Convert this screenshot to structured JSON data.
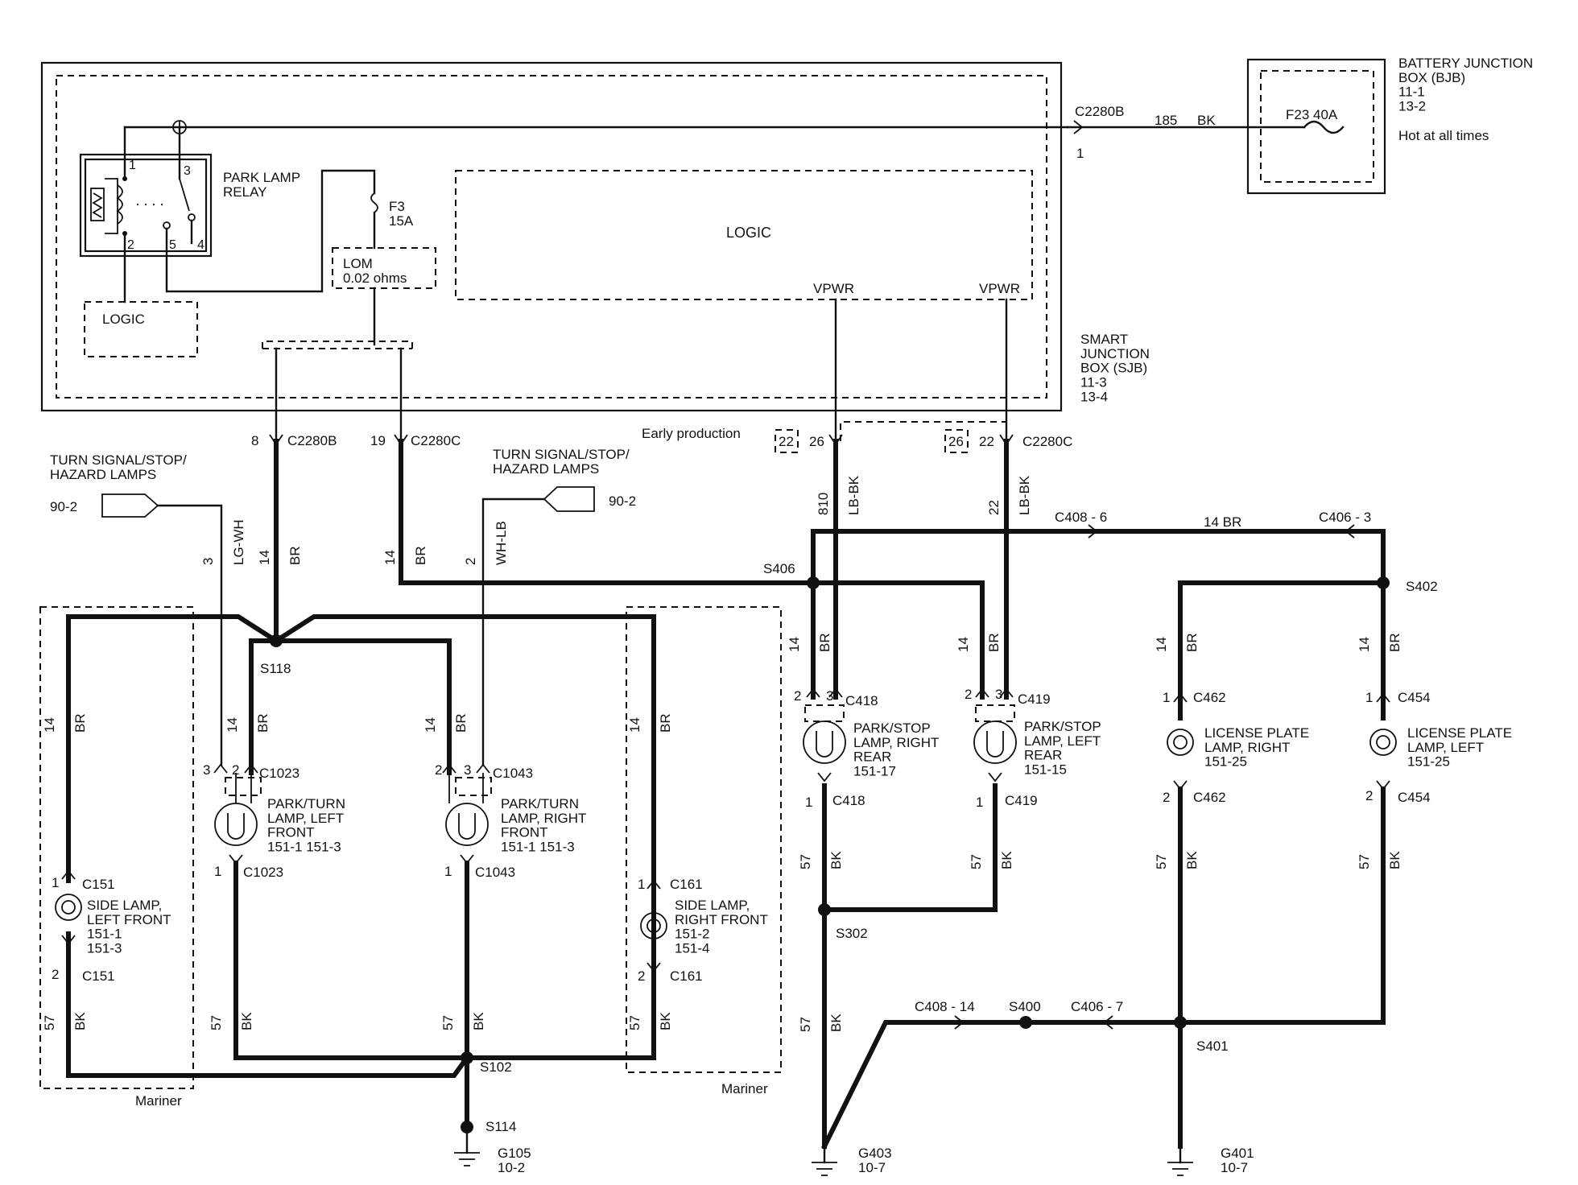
{
  "sjb": {
    "name": "SMART\nJUNCTION\nBOX (SJB)\n11-3\n13-4"
  },
  "bjb": {
    "name": "BATTERY  JUNCTION\nBOX (BJB)\n11-1\n13-2",
    "hot": "Hot at all times",
    "fuse": "F23  40A"
  },
  "relay": {
    "name": "PARK LAMP\nRELAY",
    "pins": [
      "1",
      "2",
      "3",
      "4",
      "5"
    ]
  },
  "fuse_f3": "F3\n15A",
  "lom": "LOM\n0.02 ohms",
  "logic_small": "LOGIC",
  "logic_big": "LOGIC",
  "vpwr": [
    "VPWR",
    "VPWR"
  ],
  "feed": {
    "conn": "C2280B",
    "pin": "1",
    "circuit": "185",
    "color": "BK"
  },
  "early": "Early production",
  "tsh_left": {
    "name": "TURN SIGNAL/STOP/\nHAZARD LAMPS",
    "ref": "90-2"
  },
  "tsh_right": {
    "name": "TURN SIGNAL/STOP/\nHAZARD LAMPS",
    "ref": "90-2"
  },
  "labels": {
    "c8": "8",
    "c8c": "C2280B",
    "c19": "19",
    "c19c": "C2280C",
    "pin22a": "22",
    "pin26a": "26",
    "pin26b": "26",
    "pin22b": "22",
    "c2280c_r": "C2280C",
    "w810": "810",
    "lbbk1": "LB-BK",
    "w22": "22",
    "lbbk2": "LB-BK",
    "c408_6": "C408  -  6",
    "w14br_top": "14  BR",
    "c406_3": "C406  -  3",
    "s406": "S406",
    "s402": "S402",
    "s118": "S118",
    "s302": "S302",
    "s102": "S102",
    "s114": "S114",
    "s400": "S400",
    "s401": "S401",
    "c408_14": "C408  -  14",
    "c406_7": "C406  -  7",
    "g105": "G105\n10-2",
    "g403": "G403\n10-7",
    "g401": "G401\n10-7",
    "mariner_l": "Mariner",
    "mariner_r": "Mariner"
  },
  "wire_labels": [
    {
      "g": "3",
      "c": "LG-WH"
    },
    {
      "g": "14",
      "c": "BR"
    },
    {
      "g": "14",
      "c": "BR"
    },
    {
      "g": "2",
      "c": "WH-LB"
    }
  ],
  "lamps": {
    "side_left": {
      "name": "SIDE LAMP,\nLEFT  FRONT\n151-1\n151-3",
      "top": "C151",
      "bot": "C151"
    },
    "park_left": {
      "name": "PARK/TURN\nLAMP, LEFT\nFRONT\n151-1      151-3",
      "top": "C1023",
      "bot": "C1023"
    },
    "park_right": {
      "name": "PARK/TURN\nLAMP, RIGHT\nFRONT\n151-1      151-3",
      "top": "C1043",
      "bot": "C1043"
    },
    "side_right": {
      "name": "SIDE LAMP,\nRIGHT  FRONT\n151-2\n151-4",
      "top": "C161",
      "bot": "C161"
    },
    "stop_right": {
      "name": "PARK/STOP\nLAMP, RIGHT\nREAR\n151-17",
      "top": "C418",
      "bot": "C418"
    },
    "stop_left": {
      "name": "PARK/STOP\nLAMP, LEFT\nREAR\n151-15",
      "top": "C419",
      "bot": "C419"
    },
    "lic_right": {
      "name": "LICENSE PLATE\nLAMP, RIGHT\n151-25",
      "top": "C462",
      "bot": "C462"
    },
    "lic_left": {
      "name": "LICENSE PLATE\nLAMP, LEFT\n151-25",
      "top": "C454",
      "bot": "C454"
    }
  },
  "gauge": {
    "br": "BR",
    "bk": "BK",
    "n14": "14",
    "n57": "57"
  }
}
